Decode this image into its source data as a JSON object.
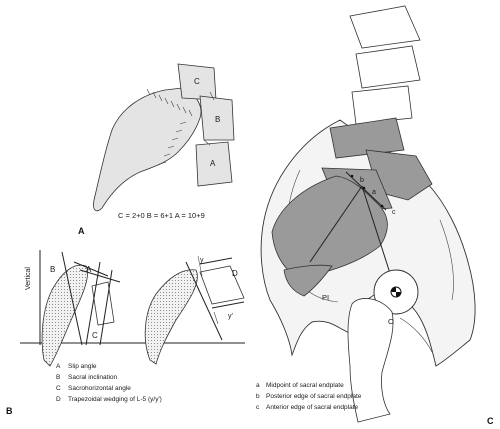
{
  "panels": {
    "a": {
      "label": "A",
      "vertebra_labels": {
        "c": "C",
        "b": "B",
        "a": "A"
      },
      "formula": "C = 2+0   B = 6+1   A = 10+9"
    },
    "b": {
      "label": "B",
      "vertical_label": "Vertical",
      "angle_labels": {
        "b": "B",
        "a": "A",
        "c": "C",
        "d": "D",
        "y": "y",
        "y_prime": "y′"
      },
      "legend": [
        {
          "key": "A",
          "text": "Slip angle"
        },
        {
          "key": "B",
          "text": "Sacral inclination"
        },
        {
          "key": "C",
          "text": "Sacrohorizontal angle"
        },
        {
          "key": "D",
          "text": "Trapezoidal wedging of L-5 (y/y′)"
        }
      ]
    },
    "c": {
      "label": "C",
      "point_labels": {
        "a": "a",
        "b": "b",
        "c": "c"
      },
      "pi_label": "PI",
      "o_label": "O",
      "legend": [
        {
          "key": "a",
          "text": "Midpoint of sacral endplate"
        },
        {
          "key": "b",
          "text": "Posterior edge of sacral endplate"
        },
        {
          "key": "c",
          "text": "Anterior edge of sacral endplate"
        }
      ]
    }
  }
}
